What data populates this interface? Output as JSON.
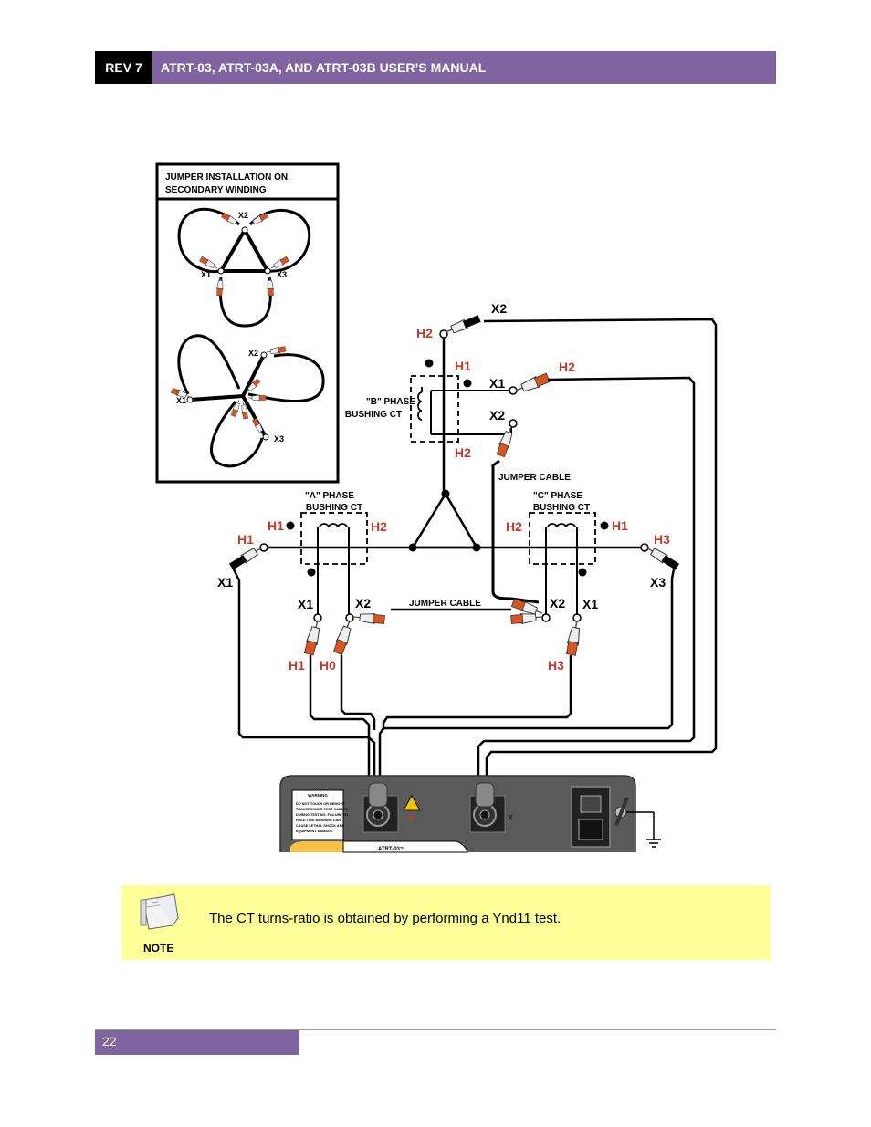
{
  "header": {
    "rev": "REV 7",
    "title": "ATRT-03, ATRT-03A, AND ATRT-03B USER’S MANUAL"
  },
  "inset": {
    "title_line1": "JUMPER INSTALLATION ON",
    "title_line2": "SECONDARY WINDING",
    "delta_labels": {
      "x1": "X1",
      "x2": "X2",
      "x3": "X3"
    },
    "wye_labels": {
      "x1": "X1",
      "x2": "X2",
      "x3": "X3"
    }
  },
  "diagram": {
    "b_phase": {
      "line1": "\"B\" PHASE",
      "line2": "BUSHING CT",
      "h1": "H1",
      "h2": "H2",
      "x1": "X1",
      "x2": "X2"
    },
    "a_phase": {
      "line1": "\"A\" PHASE",
      "line2": "BUSHING CT",
      "h1": "H1",
      "h2": "H2",
      "x1": "X1",
      "x2": "X2"
    },
    "c_phase": {
      "line1": "\"C\" PHASE",
      "line2": "BUSHING CT",
      "h1": "H1",
      "h2": "H2",
      "x1": "X1",
      "x2": "X2"
    },
    "clip_labels": {
      "top_h2": "H2",
      "top_x2": "X2",
      "b_right_h2": "H2",
      "left_h1": "H1",
      "left_x1": "X1",
      "right_h3": "H3",
      "right_x3": "X3",
      "bottom_h1": "H1",
      "bottom_h0": "H0",
      "bottom_h3": "H3"
    },
    "jumper_cable_1": "JUMPER CABLE",
    "jumper_cable_2": "JUMPER CABLE",
    "instrument": {
      "warning_title": "WARNING",
      "warning_text": [
        "DO NOT TOUCH OR REMOVE",
        "TRANSFORMER TEST CABLES",
        "DURING TESTING. FAILURE TO",
        "HEED THIS WARNING CAN",
        "CAUSE LETHAL SHOCK AND",
        "EQUIPMENT DAMAGE"
      ],
      "h_label": "H",
      "x_label": "X",
      "model": "ATRT-03™"
    }
  },
  "note": {
    "text": "The CT turns-ratio is obtained by performing a Ynd11 test.",
    "label": "NOTE"
  },
  "footer": {
    "page": "22"
  },
  "colors": {
    "header_purple": "#8064a2",
    "note_yellow": "#ffff99",
    "label_red": "#c0392b",
    "clip_orange": "#d9541e"
  }
}
